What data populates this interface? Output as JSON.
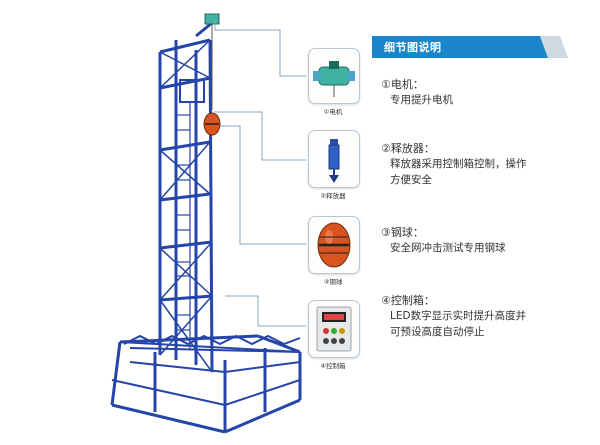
{
  "header": {
    "title": "细节图说明"
  },
  "details": [
    {
      "caption": "①电机",
      "title": "①电机：",
      "lines": [
        "专用提升电机"
      ],
      "icon": "motor-icon"
    },
    {
      "caption": "②释放器",
      "title": "②释放器：",
      "lines": [
        "释放器采用控制箱控制，操作",
        "方便安全"
      ],
      "icon": "releaser-icon"
    },
    {
      "caption": "③钢球",
      "title": "③钢球：",
      "lines": [
        "安全网冲击测试专用钢球"
      ],
      "icon": "steel-ball-icon"
    },
    {
      "caption": "④控制箱",
      "title": "④控制箱：",
      "lines": [
        "LED数字显示实时提升高度并",
        "可预设高度自动停止"
      ],
      "icon": "control-box-icon"
    }
  ],
  "colors": {
    "frame": "#2545a8",
    "banner": "#1a86c9",
    "leader": "#8aa4bd",
    "ball_red": "#d9541e",
    "motor_teal": "#3fb3a0"
  }
}
